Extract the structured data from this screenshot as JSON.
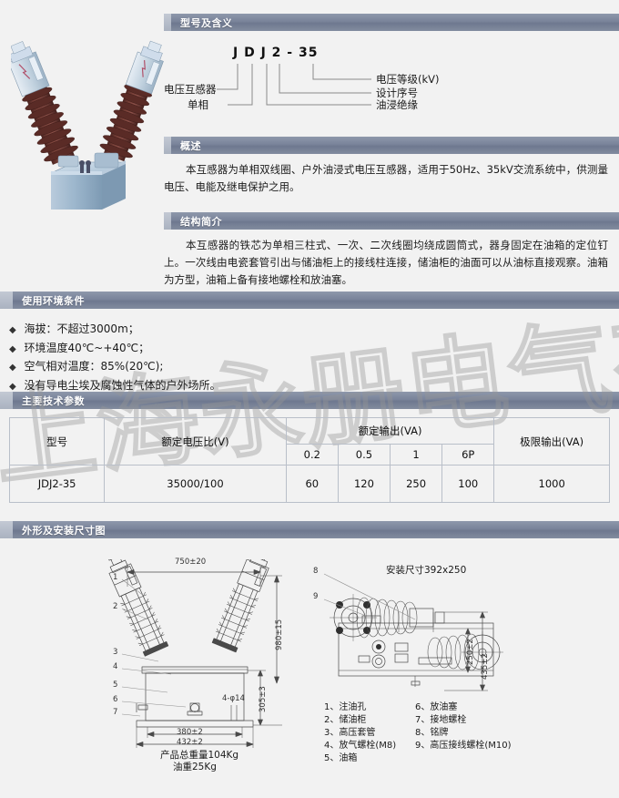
{
  "page": {
    "background": "#f2f2f2",
    "header_color": "#79839a",
    "watermark": "上海永册电气有限公司"
  },
  "sections": {
    "model": {
      "title": "型号及含义"
    },
    "overview": {
      "title": "概述"
    },
    "structure": {
      "title": "结构简介"
    },
    "environment": {
      "title": "使用环境条件"
    },
    "parameters": {
      "title": "主要技术参数"
    },
    "dimensions": {
      "title": "外形及安装尺寸图"
    }
  },
  "model_code": {
    "code_letters": [
      "J",
      "D",
      "J",
      "2",
      "-",
      "35"
    ],
    "code_display": "J D J 2 - 35",
    "left_labels": [
      "电压互感器",
      "单相"
    ],
    "right_labels": [
      "电压等级(kV)",
      "设计序号",
      "油浸绝缘"
    ]
  },
  "overview": {
    "text": "本互感器为单相双线圈、户外油浸式电压互感器，适用于50Hz、35kV交流系统中，供测量电压、电能及继电保护之用。"
  },
  "structure": {
    "text": "本互感器的铁芯为单相三柱式、一次、二次线圈均绕成圆筒式，器身固定在油箱的定位钉上。一次线由电瓷套管引出与储油柜上的接线柱连接，储油柜的油面可以从油标直接观察。油箱为方型，油箱上备有接地螺栓和放油塞。"
  },
  "environment": {
    "items": [
      "海拔：不超过3000m；",
      "环境温度40℃~+40℃；",
      "空气相对温度：85%(20℃);",
      "没有导电尘埃及腐蚀性气体的户外场所。"
    ],
    "bullet": "diamond-bullet"
  },
  "table": {
    "headers": {
      "model": "型号",
      "ratio": "额定电压比(V)",
      "rated_output": "额定输出(VA)",
      "limit_output": "极限输出(VA)"
    },
    "accuracy_classes": [
      "0.2",
      "0.5",
      "1",
      "6P"
    ],
    "rows": [
      {
        "model": "JDJ2-35",
        "ratio": "35000/100",
        "outputs": [
          "60",
          "120",
          "250",
          "100"
        ],
        "limit": "1000"
      }
    ]
  },
  "drawing_left": {
    "callouts": [
      "1",
      "2",
      "3",
      "4",
      "5",
      "6",
      "7"
    ],
    "dimensions": {
      "width_top": "750±20",
      "height_right": "980±15",
      "height_lower": "305±3",
      "base_inner": "380±2",
      "base_outer": "432±2",
      "holes": "4-φ14"
    },
    "notes": [
      "产品总重量104Kg",
      "油重25Kg"
    ]
  },
  "drawing_right": {
    "callouts": [
      "8",
      "9"
    ],
    "mounting_note": "安装尺寸392x250",
    "dimensions": {
      "inner": "250±2",
      "outer": "435±2"
    }
  },
  "legend": {
    "column1": [
      "1、注油孔",
      "2、储油柜",
      "3、高压套管",
      "4、放气螺栓(M8)",
      "5、油箱"
    ],
    "column2": [
      "6、放油塞",
      "7、接地螺栓",
      "8、铭牌",
      "9、高压接线螺栓(M10)"
    ]
  },
  "photo": {
    "alt": "voltage-transformer-product-photo",
    "tank_color": "#9fb8cf",
    "bushing_color": "#6b3a33"
  }
}
